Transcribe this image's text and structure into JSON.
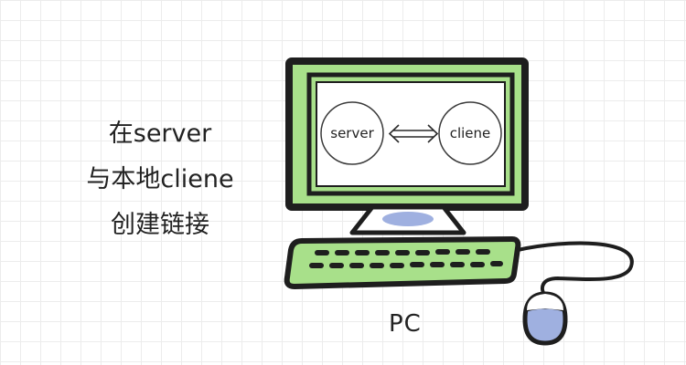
{
  "caption": {
    "line1": "在server",
    "line2": "与本地cliene",
    "line3": "创建链接"
  },
  "nodes": {
    "server": "server",
    "client": "cliene"
  },
  "device_label": "PC",
  "colors": {
    "screen_green": "#a8e08a",
    "stand_blue": "#9fb0e0",
    "outline": "#1e1e1e",
    "background_grid": "#ececec"
  }
}
